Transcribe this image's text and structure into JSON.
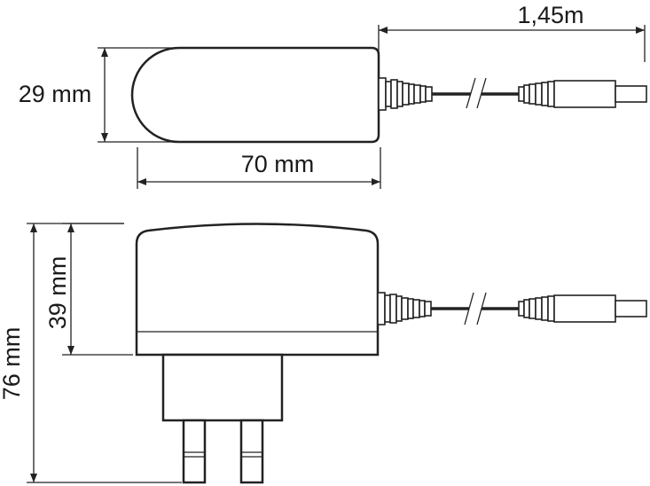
{
  "dimensions": {
    "cable_length": "1,45m",
    "top_height": "29 mm",
    "top_length": "70 mm",
    "total_height": "76 mm",
    "body_height": "39 mm"
  },
  "colors": {
    "line": "#222222",
    "background": "#ffffff"
  }
}
